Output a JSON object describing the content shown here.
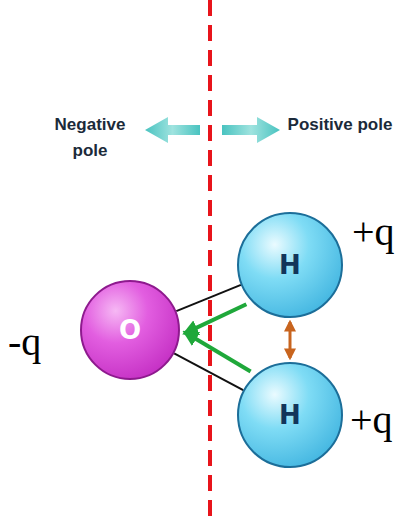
{
  "diagram": {
    "nodes": [
      {
        "text": [
          "O"
        ]
      },
      {
        "text": [
          "H"
        ]
      },
      {
        "text": [
          "H"
        ]
      }
    ],
    "edges": [
      {
        "from": 0,
        "to": 1,
        "arrow": "none"
      },
      {
        "from": 0,
        "to": 2,
        "arrow": "none"
      },
      {
        "from": 1,
        "to": 0,
        "arrow": "to"
      },
      {
        "from": 2,
        "to": 0,
        "arrow": "to"
      },
      {
        "from": 1,
        "to": 2,
        "arrow": "both"
      }
    ],
    "labels": [
      "Negative pole",
      "Positive pole",
      "-q",
      "+q",
      "+q"
    ]
  }
}
